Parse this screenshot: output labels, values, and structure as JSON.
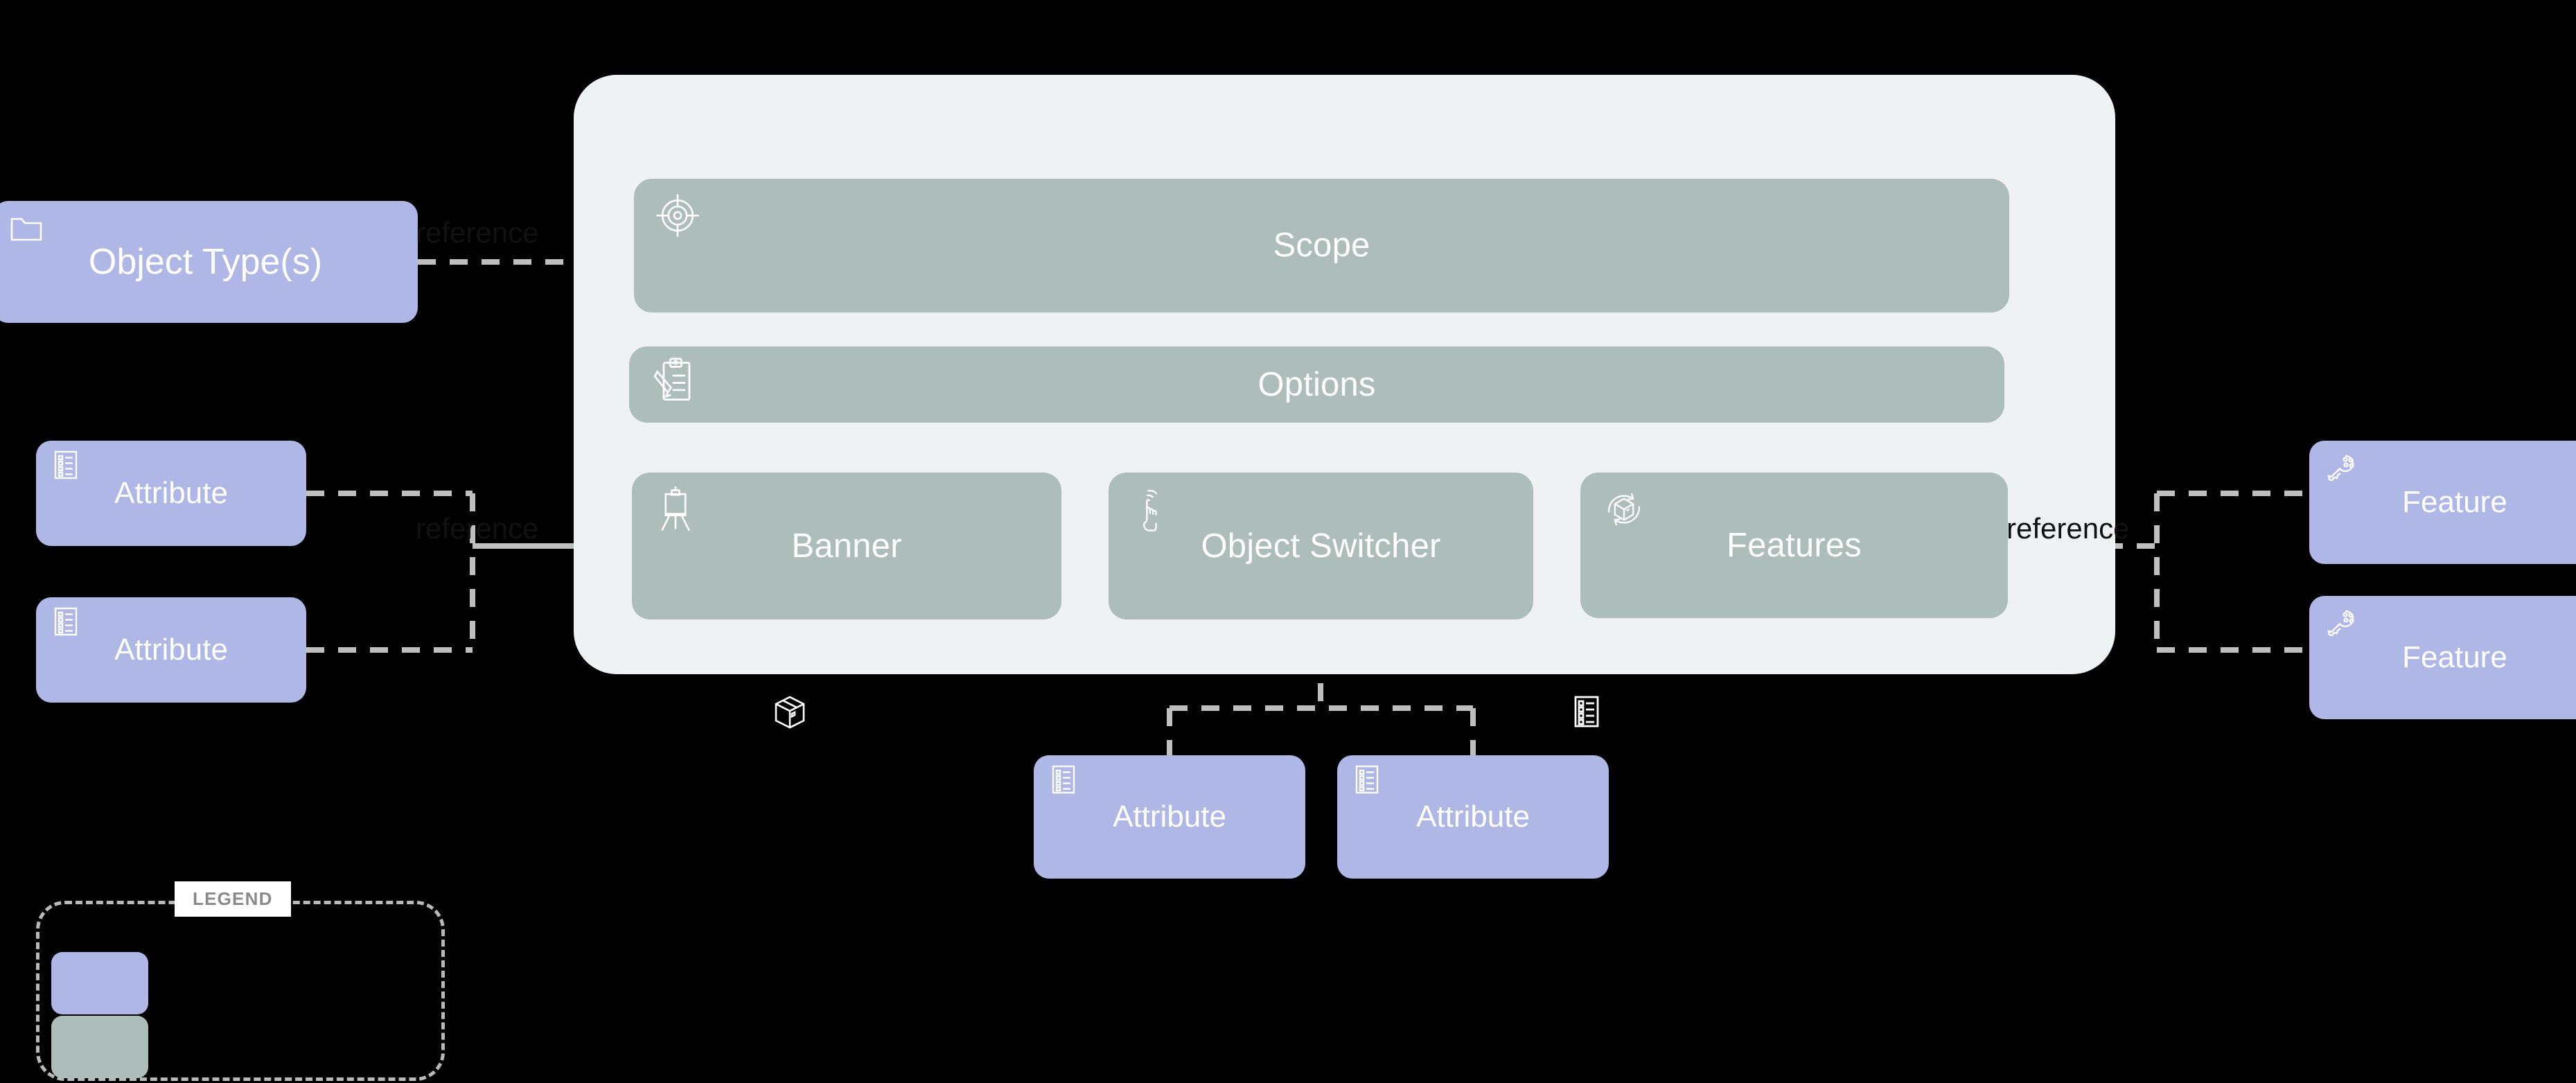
{
  "diagram": {
    "container_panel": {
      "name": "object-view-panel"
    },
    "sections": [
      {
        "id": "scope",
        "label": "Scope",
        "icon": "target-crosshair-icon",
        "color": "#adbdb9"
      },
      {
        "id": "options",
        "label": "Options",
        "icon": "clipboard-pencil-icon",
        "color": "#adbdb9"
      },
      {
        "id": "banner",
        "label": "Banner",
        "icon": "easel-icon",
        "color": "#adbdb9"
      },
      {
        "id": "switcher",
        "label": "Object Switcher",
        "icon": "tap-gesture-icon",
        "color": "#adbdb9"
      },
      {
        "id": "features",
        "label": "Features",
        "icon": "rotating-cube-icon",
        "color": "#adbdb9"
      }
    ],
    "cards": {
      "object_types": {
        "label": "Object Type(s)",
        "icon": "folder-icon",
        "color": "#aeb7e6"
      },
      "left_attributes": [
        {
          "label": "Attribute",
          "icon": "attribute-list-icon",
          "color": "#aeb7e6"
        },
        {
          "label": "Attribute",
          "icon": "attribute-list-icon",
          "color": "#aeb7e6"
        }
      ],
      "bottom_attributes": [
        {
          "label": "Attribute",
          "icon": "attribute-list-icon",
          "color": "#aeb7e6"
        },
        {
          "label": "Attribute",
          "icon": "attribute-list-icon",
          "color": "#aeb7e6"
        }
      ],
      "right_features": [
        {
          "label": "Feature",
          "icon": "key-icon",
          "color": "#aeb7e6"
        },
        {
          "label": "Feature",
          "icon": "key-icon",
          "color": "#aeb7e6"
        }
      ]
    },
    "edge_labels": {
      "object_type_reference": "reference",
      "attribute_reference": "reference",
      "feature_reference": "reference"
    },
    "free_icons": [
      {
        "name": "package-box-icon"
      },
      {
        "name": "attribute-list-icon"
      }
    ],
    "legend": {
      "title": "LEGEND",
      "entries": [
        {
          "swatch": "#aeb7e6",
          "label": ""
        },
        {
          "swatch": "#adbdb9",
          "label": ""
        }
      ]
    },
    "palette": {
      "background": "#000000",
      "panel": "#eef2f2",
      "sage": "#adbdb9",
      "lavender": "#aeb7e6",
      "connector": "#bfbfbf",
      "legend_border": "#b9b9b9",
      "legend_title_text": "#8a8a8a"
    }
  }
}
